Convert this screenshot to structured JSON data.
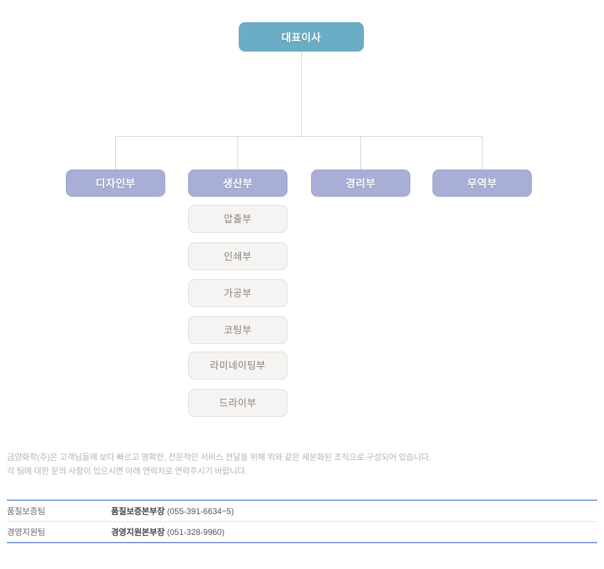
{
  "chart": {
    "root": {
      "label": "대표이사"
    },
    "departments": [
      {
        "label": "디자인부"
      },
      {
        "label": "생산부"
      },
      {
        "label": "경리부"
      },
      {
        "label": "무역부"
      }
    ],
    "production_subunits": [
      {
        "label": "압출부"
      },
      {
        "label": "인쇄부"
      },
      {
        "label": "가공부"
      },
      {
        "label": "코팅부"
      },
      {
        "label": "라미네이팅부"
      },
      {
        "label": "드라이부"
      }
    ],
    "colors": {
      "root_box": "#6badc5",
      "department_box": "#a8aed6",
      "subunit_box": "#f5f4f2",
      "subunit_text": "#8a8178",
      "connector_line": "#cfd3dc",
      "table_rule": "#7f9fd4",
      "table_divider": "#dbe2f0"
    }
  },
  "description": {
    "line1": "금양화학(주)은 고객님들께 보다 빠르고 명확한, 전문적인 서비스 전달을 위해 위와 같은 세분화된 조직으로 구성되어 있습니다.",
    "line2": "각 팀에 대한 문의 사항이 있으시면 아래 연락처로 연락주시기 바랍니다."
  },
  "contacts": {
    "rows": [
      {
        "team": "품질보증팀",
        "role": "품질보증본부장",
        "phone": "(055-391-6634~5)"
      },
      {
        "team": "경영지원팀",
        "role": "경영지원본부장",
        "phone": "(051-328-9960)"
      }
    ]
  }
}
